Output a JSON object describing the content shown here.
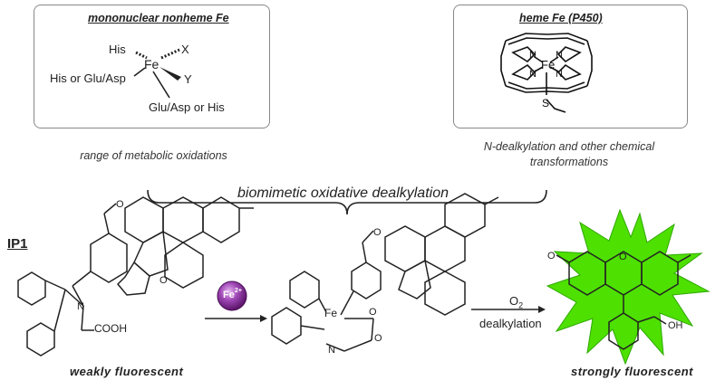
{
  "top_left_box": {
    "title": "mononuclear nonheme Fe",
    "center": "Fe",
    "ligand_his": "His",
    "ligand_x": "X",
    "ligand_his_or_glu": "His or Glu/Asp",
    "ligand_y": "Y",
    "ligand_bottom": "Glu/Asp or His"
  },
  "top_right_box": {
    "title": "heme Fe (P450)",
    "center": "Fe",
    "n_label": "N",
    "s_label": "S"
  },
  "captions": {
    "left": "range of metabolic oxidations",
    "right_line1": "N-dealkylation and other chemical",
    "right_line2": "transformations",
    "bracket": "biomimetic oxidative dealkylation"
  },
  "probe": {
    "name": "IP1",
    "cooh": "COOH",
    "state": "weakly fluorescent"
  },
  "fe2": {
    "symbol": "Fe",
    "charge": "2+"
  },
  "complex": {
    "fe": "Fe",
    "n": "N",
    "o": "O"
  },
  "reaction": {
    "reagent": "O",
    "reagent_sub": "2",
    "condition": "dealkylation"
  },
  "product": {
    "oh": "OH",
    "o": "O",
    "state": "strongly fluorescent"
  },
  "colors": {
    "glow": "#4ee000",
    "glow_edge": "#2fa800",
    "fe_ball": "#8a2a9e"
  }
}
